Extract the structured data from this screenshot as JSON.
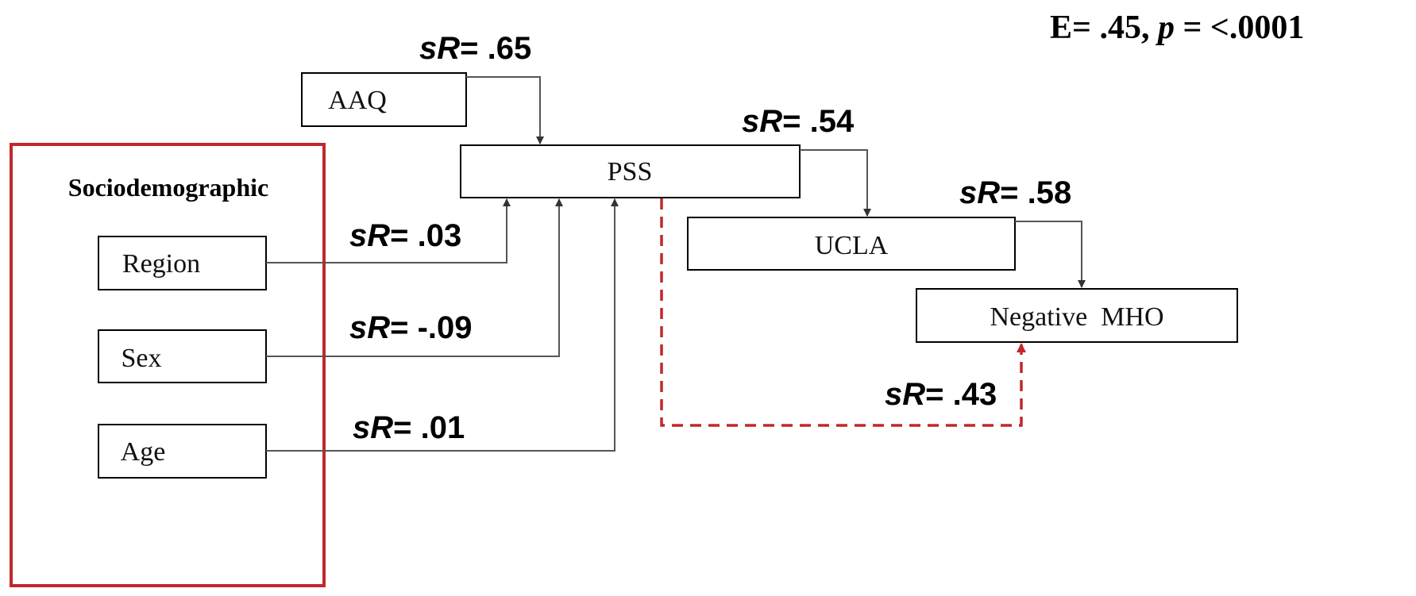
{
  "overall_stat": {
    "prefix": "E= .45, ",
    "p_symbol": "p",
    "suffix": " = <.0001"
  },
  "group": {
    "title": "Sociodemographic"
  },
  "nodes": {
    "aaq": "AAQ",
    "pss": "PSS",
    "ucla": "UCLA",
    "mho": "Negative  MHO",
    "region": "Region",
    "sex": "Sex",
    "age": "Age"
  },
  "edges": {
    "aaq_pss": {
      "sr": "sR",
      "value": "= .65"
    },
    "pss_ucla": {
      "sr": "sR",
      "value": "= .54"
    },
    "ucla_mho": {
      "sr": "sR",
      "value": "= .58"
    },
    "region_pss": {
      "sr": "sR",
      "value": "= .03"
    },
    "sex_pss": {
      "sr": "sR",
      "value": "= -.09"
    },
    "age_pss": {
      "sr": "sR",
      "value": "= .01"
    },
    "pss_mho": {
      "sr": "sR",
      "value": "= .43"
    }
  },
  "colors": {
    "group_border": "#c0282d",
    "dashed_path": "#c0282d",
    "arrow": "#555555"
  }
}
